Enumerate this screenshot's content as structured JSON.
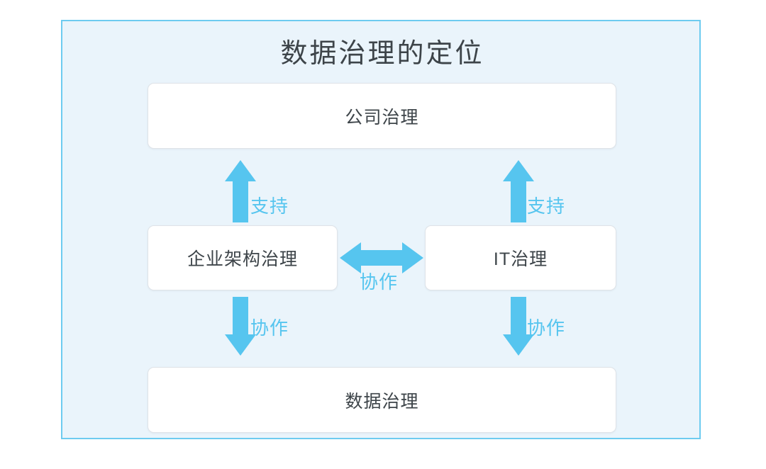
{
  "diagram": {
    "title": "数据治理的定位",
    "panel": {
      "background_color": "#eaf4fb",
      "border_color": "#6ecbf0"
    },
    "accent_color": "#56c5ef",
    "text_color": "#3d4449",
    "nodes": [
      {
        "id": "corporate-governance",
        "label": "公司治理",
        "row": "top"
      },
      {
        "id": "enterprise-architecture-governance",
        "label": "企业架构治理",
        "row": "middle-left"
      },
      {
        "id": "it-governance",
        "label": "IT治理",
        "row": "middle-right"
      },
      {
        "id": "data-governance",
        "label": "数据治理",
        "row": "bottom"
      }
    ],
    "connectors": [
      {
        "id": "ea-to-corporate",
        "label": "支持",
        "direction": "up",
        "from": "enterprise-architecture-governance",
        "to": "corporate-governance"
      },
      {
        "id": "it-to-corporate",
        "label": "支持",
        "direction": "up",
        "from": "it-governance",
        "to": "corporate-governance"
      },
      {
        "id": "ea-to-it",
        "label": "协作",
        "direction": "both",
        "from": "enterprise-architecture-governance",
        "to": "it-governance"
      },
      {
        "id": "ea-to-data",
        "label": "协作",
        "direction": "down",
        "from": "enterprise-architecture-governance",
        "to": "data-governance"
      },
      {
        "id": "it-to-data",
        "label": "协作",
        "direction": "down",
        "from": "it-governance",
        "to": "data-governance"
      }
    ]
  }
}
